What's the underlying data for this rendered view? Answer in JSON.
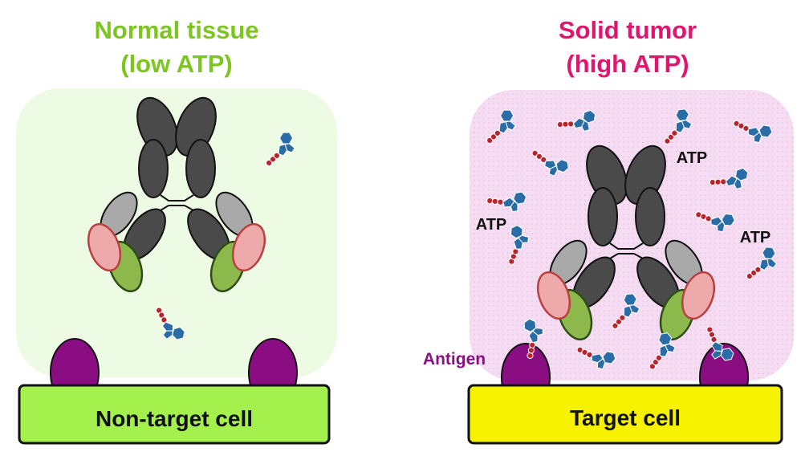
{
  "left_panel": {
    "title_line1": "Normal tissue",
    "title_line2": "(low ATP)",
    "cell_label": "Non-target cell",
    "title_color": "#7cc61f",
    "background_color": "#eefbe4",
    "cell_color": "#a4f04c"
  },
  "right_panel": {
    "title_line1": "Solid tumor",
    "title_line2": "(high ATP)",
    "cell_label": "Target cell",
    "antigen_label": "Antigen",
    "atp_label": "ATP",
    "title_color": "#e0166e",
    "background_color": "#f5dcf2",
    "cell_color": "#f7f200"
  },
  "colors": {
    "antigen": "#8a0e82",
    "antibody_dark": "#4a4a4a",
    "antibody_light": "#a9a9a9",
    "binding_pink": "#eeaaaa",
    "binding_green": "#8cb84c",
    "atp_blue": "#2a6da6",
    "atp_phosphate": "#b8242c"
  },
  "icons": {
    "antibody": "y-shaped-antibody-icon",
    "atp": "atp-molecule-icon",
    "antigen": "purple-oval-antigen"
  }
}
